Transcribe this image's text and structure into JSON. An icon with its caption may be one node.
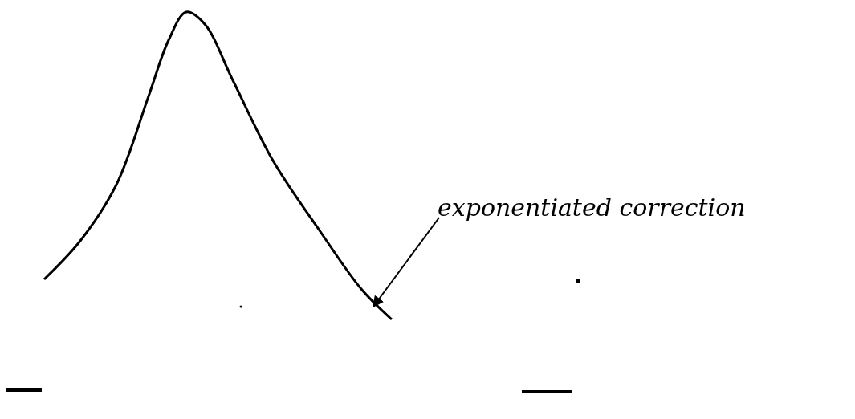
{
  "diagram": {
    "nodes": [
      {
        "text": [
          "exponentiated correction"
        ]
      },
      {
        "text": [],
        "shape": "curve"
      }
    ],
    "edges": [
      {
        "from": 0,
        "to": 1,
        "arrow": "to"
      }
    ]
  }
}
